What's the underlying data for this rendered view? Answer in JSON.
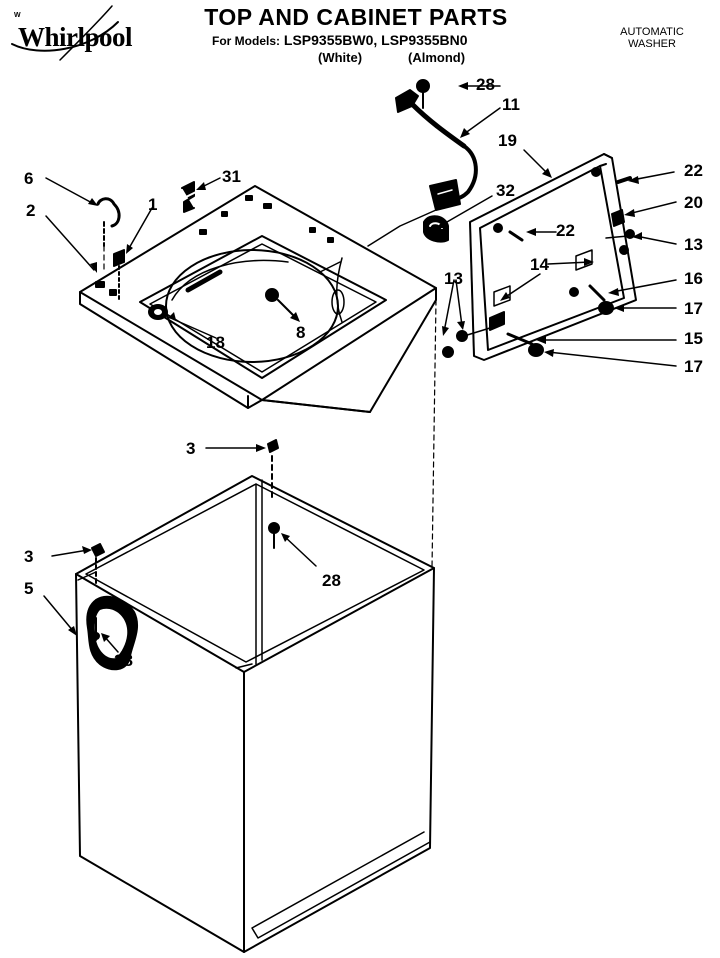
{
  "brand": {
    "mark_text": "W",
    "logo_text": "Whirlpool"
  },
  "header": {
    "title": "TOP AND CABINET PARTS",
    "models_label": "For Models:",
    "models": "LSP9355BW0, LSP9355BN0",
    "colors": [
      "(White)",
      "(Almond)"
    ],
    "category": [
      "AUTOMATIC",
      "WASHER"
    ]
  },
  "callouts": [
    {
      "id": "c28a",
      "label": "28"
    },
    {
      "id": "c11",
      "label": "11"
    },
    {
      "id": "c19",
      "label": "19"
    },
    {
      "id": "c22a",
      "label": "22"
    },
    {
      "id": "c20",
      "label": "20"
    },
    {
      "id": "c22b",
      "label": "22"
    },
    {
      "id": "c13a",
      "label": "13"
    },
    {
      "id": "c16",
      "label": "16"
    },
    {
      "id": "c14",
      "label": "14"
    },
    {
      "id": "c13b",
      "label": "13"
    },
    {
      "id": "c17a",
      "label": "17"
    },
    {
      "id": "c15",
      "label": "15"
    },
    {
      "id": "c17b",
      "label": "17"
    },
    {
      "id": "c6",
      "label": "6"
    },
    {
      "id": "c31",
      "label": "31"
    },
    {
      "id": "c32",
      "label": "32"
    },
    {
      "id": "c2",
      "label": "2"
    },
    {
      "id": "c1",
      "label": "1"
    },
    {
      "id": "c8",
      "label": "8"
    },
    {
      "id": "c18",
      "label": "18"
    },
    {
      "id": "c3a",
      "label": "3"
    },
    {
      "id": "c28b",
      "label": "28"
    },
    {
      "id": "c3b",
      "label": "3"
    },
    {
      "id": "c5",
      "label": "5"
    },
    {
      "id": "c28c",
      "label": "28"
    }
  ]
}
